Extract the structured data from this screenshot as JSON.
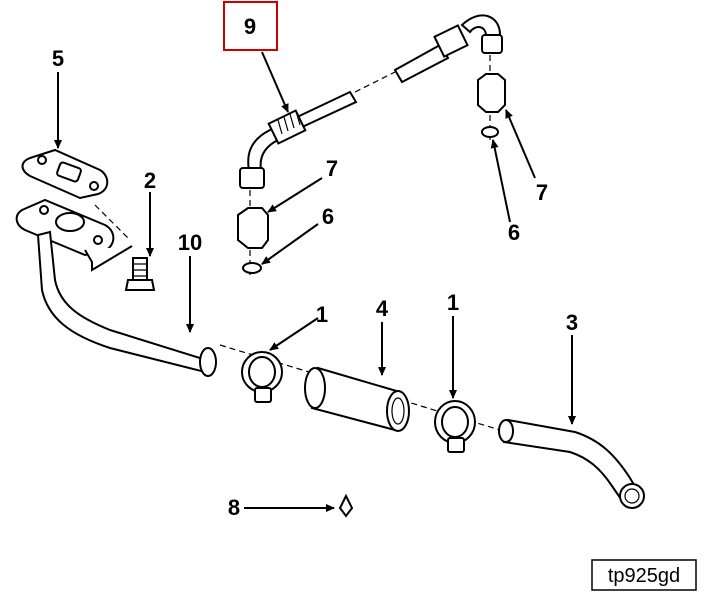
{
  "diagram": {
    "reference_code": "tp925gd",
    "highlight_color": "#cc0000",
    "callouts": {
      "c1a": "1",
      "c1b": "1",
      "c2": "2",
      "c3": "3",
      "c4": "4",
      "c5": "5",
      "c6a": "6",
      "c6b": "6",
      "c7a": "7",
      "c7b": "7",
      "c8": "8",
      "c9": "9",
      "c10": "10"
    }
  }
}
